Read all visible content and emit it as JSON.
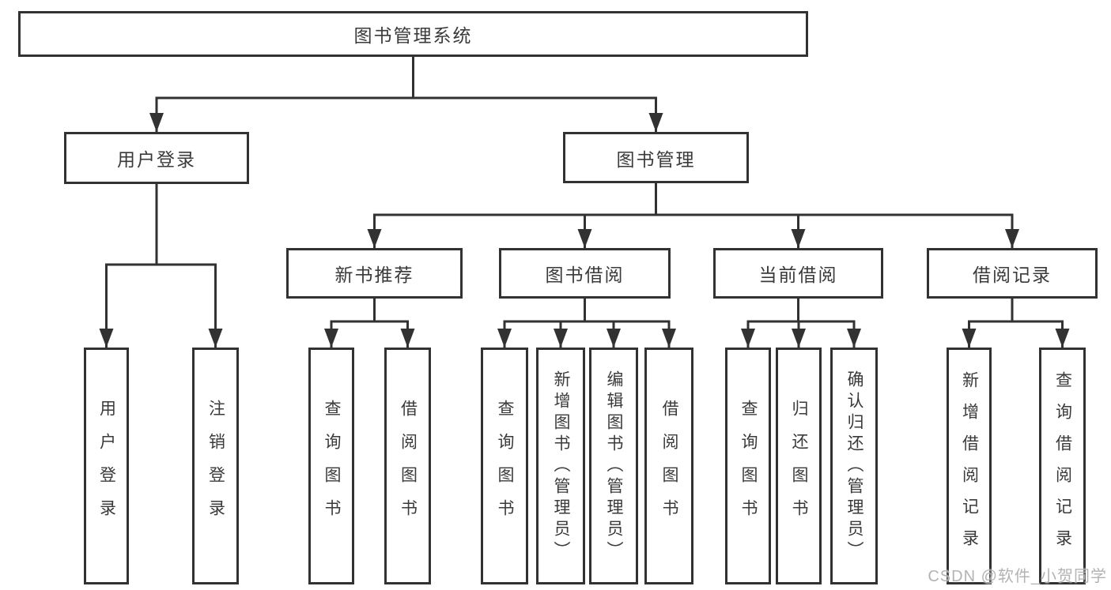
{
  "diagram": {
    "watermark": "CSDN @软件_小贺同学",
    "colors": {
      "line": "#323232",
      "box_border": "#323232",
      "text": "#3a3a3a",
      "background": "#ffffff",
      "watermark_text": "#adadad"
    },
    "tree": {
      "label": "图书管理系统",
      "children": [
        {
          "label": "用户登录",
          "children": [
            {
              "label": "用户登录"
            },
            {
              "label": "注销登录"
            }
          ]
        },
        {
          "label": "图书管理",
          "children": [
            {
              "label": "新书推荐",
              "children": [
                {
                  "label": "查询图书"
                },
                {
                  "label": "借阅图书"
                }
              ]
            },
            {
              "label": "图书借阅",
              "children": [
                {
                  "label": "查询图书"
                },
                {
                  "label": "新增图书（管理员）"
                },
                {
                  "label": "编辑图书（管理员）"
                },
                {
                  "label": "借阅图书"
                }
              ]
            },
            {
              "label": "当前借阅",
              "children": [
                {
                  "label": "查询图书"
                },
                {
                  "label": "归还图书"
                },
                {
                  "label": "确认归还（管理员）"
                }
              ]
            },
            {
              "label": "借阅记录",
              "children": [
                {
                  "label": "新增借阅记录"
                },
                {
                  "label": "查询借阅记录"
                }
              ]
            }
          ]
        }
      ]
    }
  }
}
